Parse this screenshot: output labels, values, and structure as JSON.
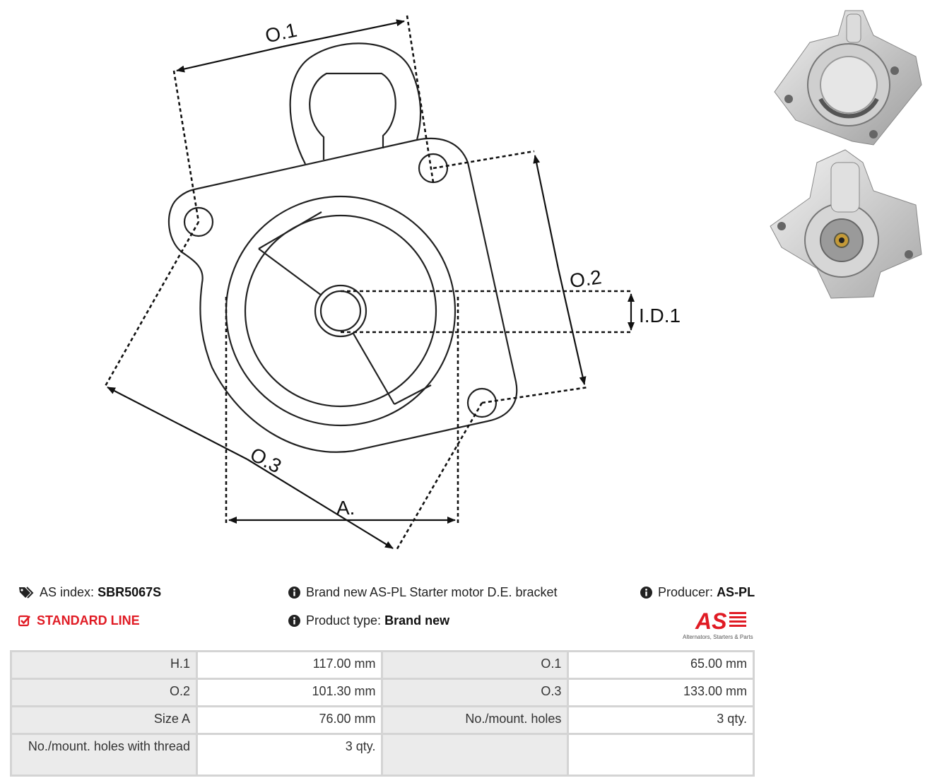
{
  "diagram": {
    "labels": {
      "o1": "O.1",
      "o2": "O.2",
      "o3": "O.3",
      "id1": "I.D.1",
      "a": "A."
    }
  },
  "photos": {
    "photo1_icon": "bracket-front-photo",
    "photo2_icon": "bracket-back-photo"
  },
  "info": {
    "as_index_label": "AS index:",
    "as_index_value": "SBR5067S",
    "standard_line": "STANDARD LINE",
    "description": "Brand new AS-PL Starter motor D.E. bracket",
    "product_type_label": "Product type:",
    "product_type_value": "Brand new",
    "producer_label": "Producer:",
    "producer_value": "AS-PL",
    "logo_text": "AS",
    "logo_tagline": "Alternators, Starters & Parts"
  },
  "specs": {
    "rows": [
      [
        "H.1",
        "117.00 mm",
        "O.1",
        "65.00 mm"
      ],
      [
        "O.2",
        "101.30 mm",
        "O.3",
        "133.00 mm"
      ],
      [
        "Size A",
        "76.00 mm",
        "No./mount. holes",
        "3 qty."
      ],
      [
        "No./mount. holes with thread",
        "3 qty.",
        "",
        ""
      ]
    ]
  },
  "colors": {
    "accent_red": "#e01b24",
    "label_cell_bg": "#ebebeb",
    "cell_border": "#d4d4d4"
  }
}
